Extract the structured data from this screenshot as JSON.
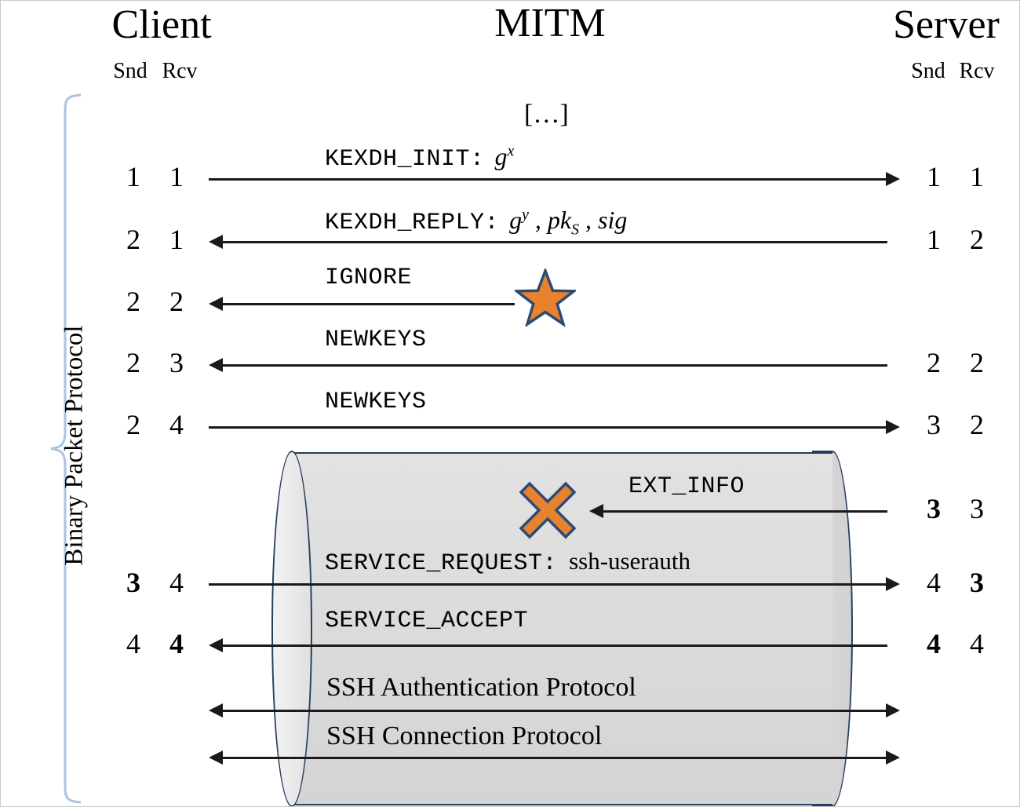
{
  "diagram": {
    "title_client": "Client",
    "title_mitm": "MITM",
    "title_server": "Server",
    "snd_label": "Snd",
    "rcv_label": "Rcv",
    "ellipsis": "[…]",
    "bracket_label": "Binary Packet Protocol",
    "colors": {
      "marker_fill": "#e8822c",
      "marker_stroke": "#2e4b75",
      "cylinder_stroke": "#26405e",
      "cylinder_fill": "#dcdcdc",
      "brace": "#a9c4e4",
      "arrow": "#1a1a1a",
      "canvas": "#ffffff",
      "border": "#c8c8c8"
    }
  },
  "columns": {
    "client": {
      "snd": "Snd",
      "rcv": "Rcv"
    },
    "server": {
      "snd": "Snd",
      "rcv": "Rcv"
    }
  },
  "messages": [
    {
      "id": "kexdh-init",
      "name": "KEXDH_INIT",
      "separator": ":",
      "payload": "g^x",
      "payload_base": "g",
      "payload_sup": "x",
      "direction": "client-to-server",
      "client_snd": "1",
      "client_rcv": "1",
      "client_snd_bold": false,
      "client_rcv_bold": false,
      "server_snd": "1",
      "server_rcv": "1",
      "server_snd_bold": false,
      "server_rcv_bold": false
    },
    {
      "id": "kexdh-reply",
      "name": "KEXDH_REPLY",
      "separator": ":",
      "payload": "g^y , pk_S , sig",
      "direction": "server-to-client",
      "client_snd": "2",
      "client_rcv": "1",
      "client_snd_bold": false,
      "client_rcv_bold": false,
      "server_snd": "1",
      "server_rcv": "2",
      "server_snd_bold": false,
      "server_rcv_bold": false
    },
    {
      "id": "ignore",
      "name": "IGNORE",
      "separator": "",
      "payload": "",
      "direction": "mitm-to-client",
      "marker": "star",
      "client_snd": "2",
      "client_rcv": "2",
      "client_snd_bold": false,
      "client_rcv_bold": false,
      "server_snd": "",
      "server_rcv": "",
      "server_snd_bold": false,
      "server_rcv_bold": false
    },
    {
      "id": "newkeys-s2c",
      "name": "NEWKEYS",
      "separator": "",
      "payload": "",
      "direction": "server-to-client",
      "client_snd": "2",
      "client_rcv": "3",
      "client_snd_bold": false,
      "client_rcv_bold": false,
      "server_snd": "2",
      "server_rcv": "2",
      "server_snd_bold": false,
      "server_rcv_bold": false
    },
    {
      "id": "newkeys-c2s",
      "name": "NEWKEYS",
      "separator": "",
      "payload": "",
      "direction": "client-to-server",
      "client_snd": "2",
      "client_rcv": "4",
      "client_snd_bold": false,
      "client_rcv_bold": false,
      "server_snd": "3",
      "server_rcv": "2",
      "server_snd_bold": false,
      "server_rcv_bold": false
    },
    {
      "id": "ext-info",
      "name": "EXT_INFO",
      "separator": "",
      "payload": "",
      "direction": "server-to-mitm",
      "marker": "x",
      "client_snd": "",
      "client_rcv": "",
      "client_snd_bold": false,
      "client_rcv_bold": false,
      "server_snd": "3",
      "server_rcv": "3",
      "server_snd_bold": true,
      "server_rcv_bold": false
    },
    {
      "id": "service-request",
      "name": "SERVICE_REQUEST",
      "separator": ":",
      "payload": "ssh-userauth",
      "direction": "client-to-server",
      "client_snd": "3",
      "client_rcv": "4",
      "client_snd_bold": true,
      "client_rcv_bold": false,
      "server_snd": "4",
      "server_rcv": "3",
      "server_snd_bold": false,
      "server_rcv_bold": true
    },
    {
      "id": "service-accept",
      "name": "SERVICE_ACCEPT",
      "separator": "",
      "payload": "",
      "direction": "server-to-client",
      "client_snd": "4",
      "client_rcv": "4",
      "client_snd_bold": false,
      "client_rcv_bold": true,
      "server_snd": "4",
      "server_rcv": "4",
      "server_snd_bold": true,
      "server_rcv_bold": false
    },
    {
      "id": "ssh-auth-protocol",
      "name": "SSH Authentication Protocol",
      "separator": "",
      "payload": "",
      "font": "serif",
      "direction": "bidirectional",
      "client_snd": "",
      "client_rcv": "",
      "client_snd_bold": false,
      "client_rcv_bold": false,
      "server_snd": "",
      "server_rcv": "",
      "server_snd_bold": false,
      "server_rcv_bold": false
    },
    {
      "id": "ssh-conn-protocol",
      "name": "SSH Connection Protocol",
      "separator": "",
      "payload": "",
      "font": "serif",
      "direction": "bidirectional",
      "client_snd": "",
      "client_rcv": "",
      "client_snd_bold": false,
      "client_rcv_bold": false,
      "server_snd": "",
      "server_rcv": "",
      "server_snd_bold": false,
      "server_rcv_bold": false
    }
  ]
}
